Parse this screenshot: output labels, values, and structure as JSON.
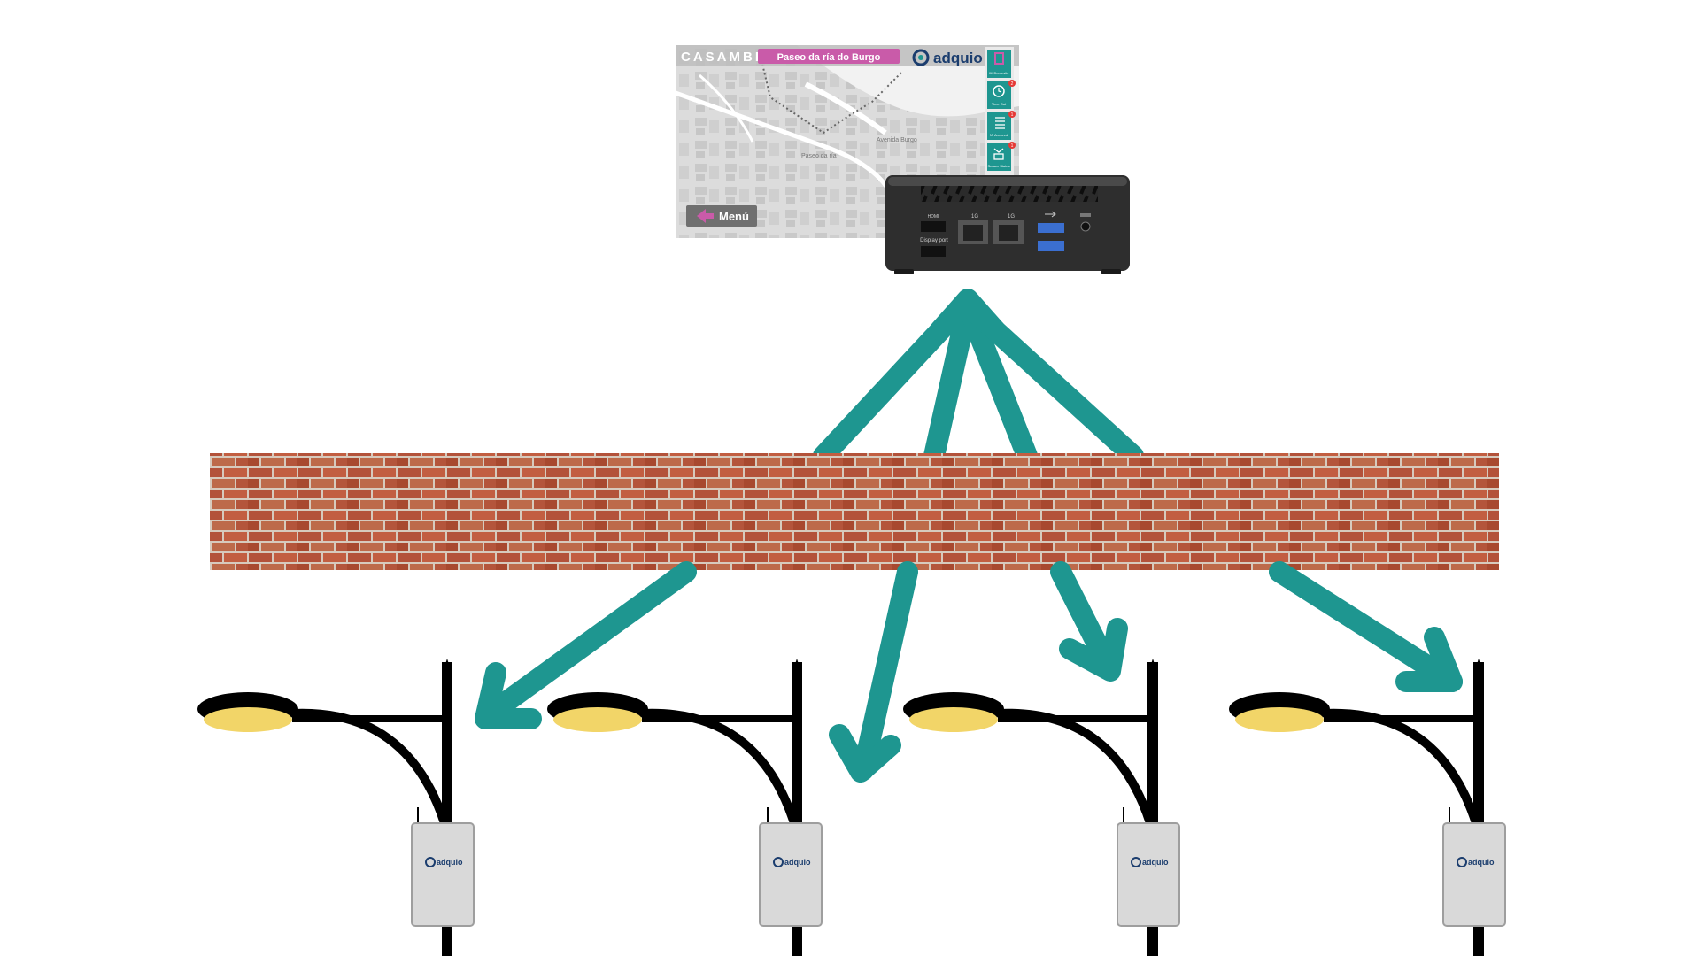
{
  "screen": {
    "brand": "CASAMBI",
    "location_title": "Paseo da ría do Burgo",
    "logo_text": "adquio",
    "menu_label": "Menú",
    "panel_buttons": [
      {
        "label": "Kit Domestic",
        "icon": "usb-plug-icon",
        "badge": ""
      },
      {
        "label": "Time Out",
        "icon": "clock-icon",
        "badge": "2"
      },
      {
        "label": "Nº Armored",
        "icon": "list-icon",
        "badge": "1"
      },
      {
        "label": "Sensor Status",
        "icon": "antenna-icon",
        "badge": "1"
      }
    ],
    "map_streets": [
      "Paseo da ría",
      "Avenida Burgo"
    ]
  },
  "minipc": {
    "port_labels": [
      "HDMI",
      "Display port",
      "1G",
      "1G"
    ]
  },
  "controller_label": "adquio",
  "colors": {
    "arrow": "#1e9690",
    "brand_pink": "#c95ba9",
    "panel_teal": "#1e9690",
    "lamp_light": "#f2d568",
    "brick": "#b3523a"
  }
}
